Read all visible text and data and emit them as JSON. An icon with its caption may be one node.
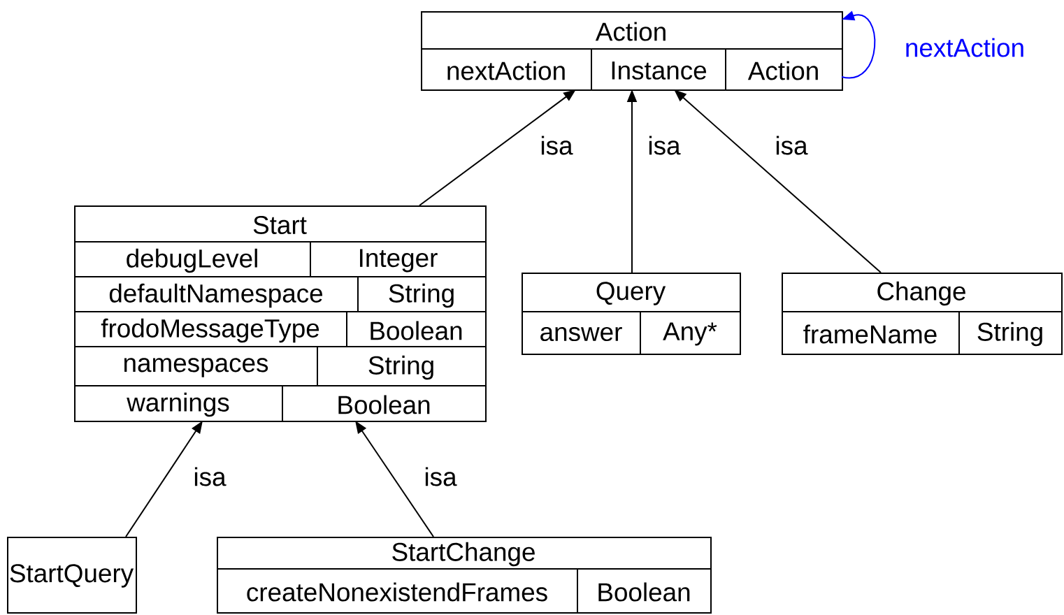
{
  "diagram": {
    "nodes": [
      {
        "text": [
          "Action",
          "nextAction",
          "Instance",
          "Action"
        ]
      },
      {
        "text": [
          "Start",
          "debugLevel",
          "Integer",
          "defaultNamespace",
          "String",
          "frodoMessageType",
          "Boolean",
          "namespaces",
          "String",
          "warnings",
          "Boolean"
        ]
      },
      {
        "text": [
          "Query",
          "answer",
          "Any*"
        ]
      },
      {
        "text": [
          "Change",
          "frameName",
          "String"
        ]
      },
      {
        "text": [
          "StartQuery"
        ]
      },
      {
        "text": [
          "StartChange",
          "createNonexistendFrames",
          "Boolean"
        ]
      }
    ],
    "edges": [
      {
        "from": 1,
        "to": 0,
        "arrow": "to",
        "label": "isa"
      },
      {
        "from": 2,
        "to": 0,
        "arrow": "to",
        "label": "isa"
      },
      {
        "from": 3,
        "to": 0,
        "arrow": "to",
        "label": "isa"
      },
      {
        "from": 4,
        "to": 1,
        "arrow": "to",
        "label": "isa"
      },
      {
        "from": 5,
        "to": 1,
        "arrow": "to",
        "label": "isa"
      },
      {
        "from": 0,
        "to": 0,
        "arrow": "to",
        "label": "nextAction",
        "color": "#0000ff"
      }
    ]
  }
}
